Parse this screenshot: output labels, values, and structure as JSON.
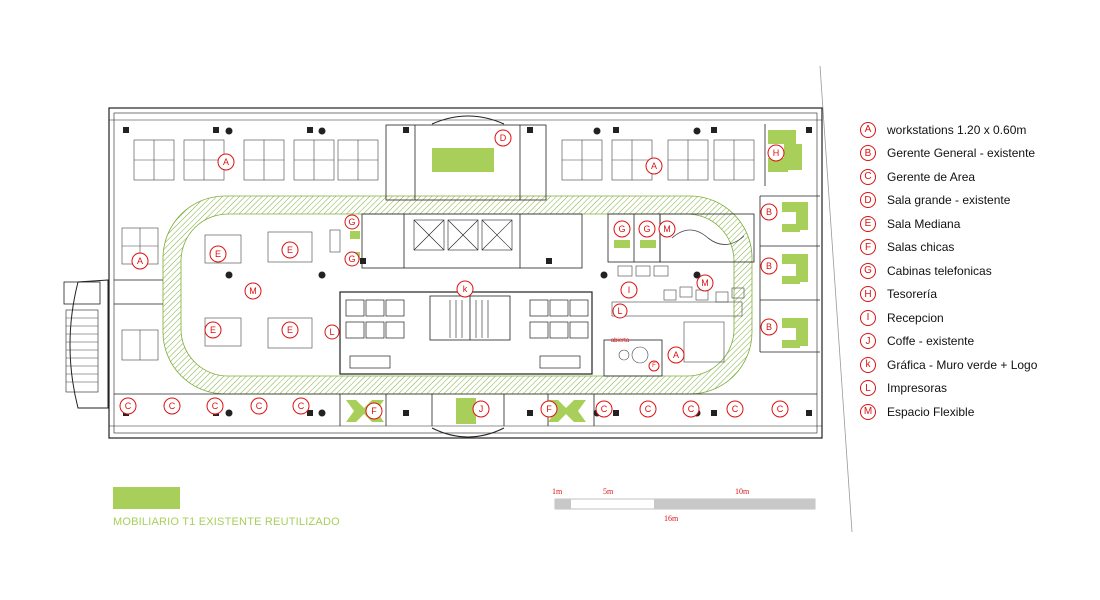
{
  "legend": [
    {
      "code": "A",
      "label": "workstations 1.20 x 0.60m"
    },
    {
      "code": "B",
      "label": "Gerente General -  existente"
    },
    {
      "code": "C",
      "label": "Gerente de Area"
    },
    {
      "code": "D",
      "label": "Sala grande -  existente"
    },
    {
      "code": "E",
      "label": "Sala Mediana"
    },
    {
      "code": "F",
      "label": "Salas chicas"
    },
    {
      "code": "G",
      "label": "Cabinas telefonicas"
    },
    {
      "code": "H",
      "label": "Tesorería"
    },
    {
      "code": "I",
      "label": "Recepcion"
    },
    {
      "code": "J",
      "label": "Coffe  - existente"
    },
    {
      "code": "k",
      "label": "Gráfica   - Muro verde + Logo"
    },
    {
      "code": "L",
      "label": "Impresoras"
    },
    {
      "code": "M",
      "label": "Espacio Flexible"
    }
  ],
  "furniture_note": "MOBILIARIO  T1  EXISTENTE REUTILIZADO",
  "scale": {
    "m1": "1m",
    "m5": "5m",
    "m10": "10m",
    "m16": "16m"
  },
  "room_labels": {
    "A": "A",
    "B": "B",
    "C": "C",
    "D": "D",
    "E": "E",
    "F": "F",
    "G": "G",
    "H": "H",
    "I": "I",
    "J": "J",
    "k": "k",
    "L": "L",
    "M": "M"
  },
  "room_notes": {
    "abierta": "abierta"
  },
  "colors": {
    "green": "#a7cf5a",
    "red": "#d11",
    "line": "#222"
  }
}
